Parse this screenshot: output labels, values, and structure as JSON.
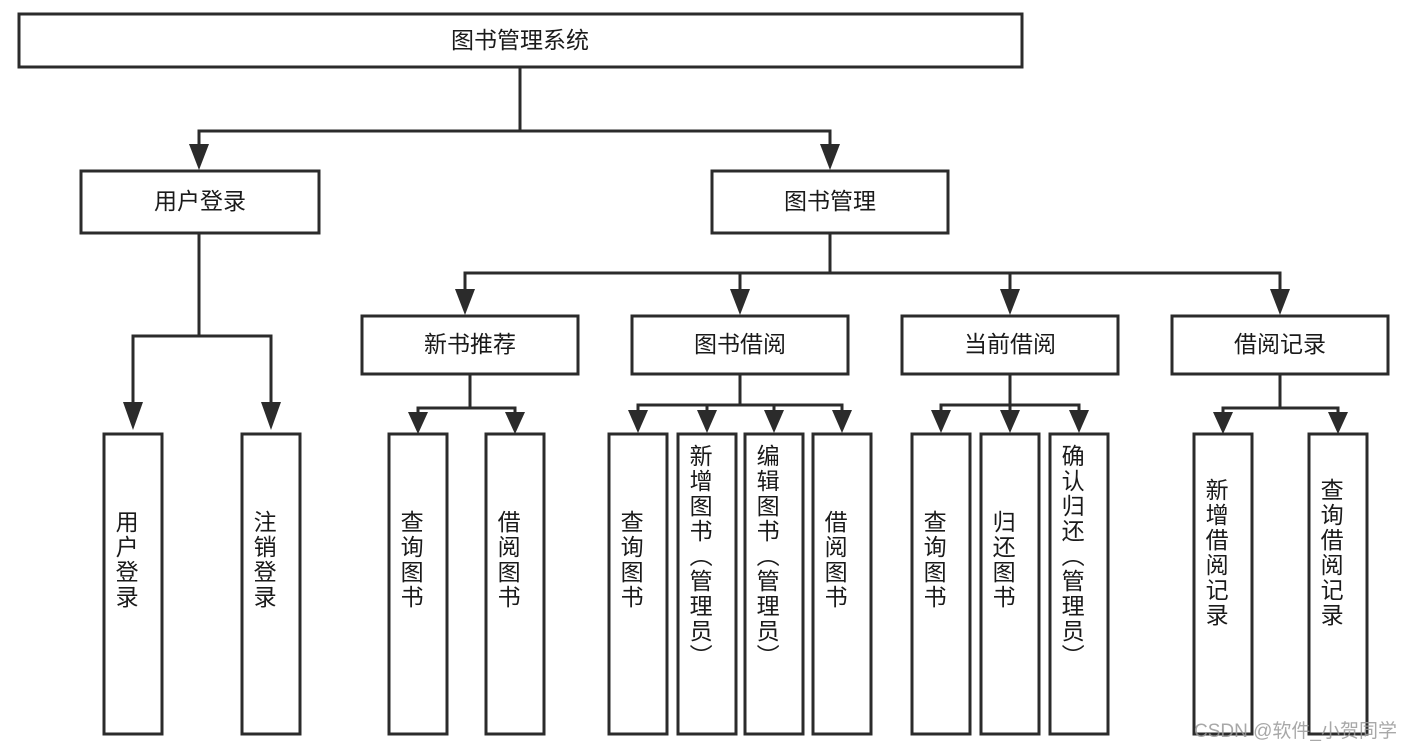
{
  "diagram": {
    "title": "图书管理系统",
    "type": "tree-hierarchy-chart",
    "watermark": "CSDN @软件_小贺同学",
    "colors": {
      "stroke": "#2b2b2b",
      "fill": "#ffffff",
      "text": "#1a1a1a",
      "watermark": "#9a9a9a"
    },
    "root": {
      "label": "图书管理系统"
    },
    "level2": [
      {
        "label": "用户登录"
      },
      {
        "label": "图书管理"
      }
    ],
    "level3": [
      {
        "label": "新书推荐"
      },
      {
        "label": "图书借阅"
      },
      {
        "label": "当前借阅"
      },
      {
        "label": "借阅记录"
      }
    ],
    "leaves": {
      "user_login": [
        {
          "label": "用户登录"
        },
        {
          "label": "注销登录"
        }
      ],
      "new_book_recommend": [
        {
          "label": "查询图书"
        },
        {
          "label": "借阅图书"
        }
      ],
      "book_borrow": [
        {
          "label": "查询图书"
        },
        {
          "label": "新增图书（管理员）"
        },
        {
          "label": "编辑图书（管理员）"
        },
        {
          "label": "借阅图书"
        }
      ],
      "current_borrow": [
        {
          "label": "查询图书"
        },
        {
          "label": "归还图书"
        },
        {
          "label": "确认归还（管理员）"
        }
      ],
      "borrow_record": [
        {
          "label": "新增借阅记录"
        },
        {
          "label": "查询借阅记录"
        }
      ]
    }
  }
}
